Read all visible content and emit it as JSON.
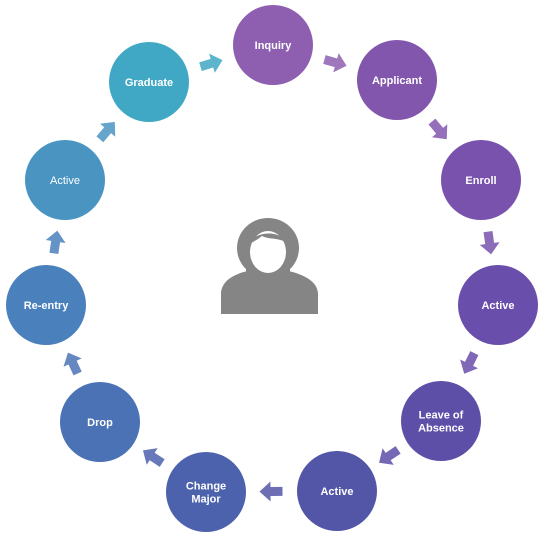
{
  "diagram": {
    "center_icon": "user-avatar-icon",
    "nodes": [
      {
        "id": "inquiry",
        "lines": [
          "Inquiry"
        ],
        "color": "#8e5fb0",
        "bold": true
      },
      {
        "id": "applicant",
        "lines": [
          "Applicant"
        ],
        "color": "#8256ad",
        "bold": true
      },
      {
        "id": "enroll",
        "lines": [
          "Enroll"
        ],
        "color": "#7852ac",
        "bold": true
      },
      {
        "id": "active-1",
        "lines": [
          "Active"
        ],
        "color": "#6a4eab",
        "bold": true
      },
      {
        "id": "leave-of-absence",
        "lines": [
          "Leave of",
          "Absence"
        ],
        "color": "#5d4fa8",
        "bold": true
      },
      {
        "id": "active-2",
        "lines": [
          "Active"
        ],
        "color": "#5355a6",
        "bold": true
      },
      {
        "id": "change-major",
        "lines": [
          "Change",
          "Major"
        ],
        "color": "#4d62ad",
        "bold": true
      },
      {
        "id": "drop",
        "lines": [
          "Drop"
        ],
        "color": "#4b72b5",
        "bold": true
      },
      {
        "id": "re-entry",
        "lines": [
          "Re-entry"
        ],
        "color": "#4a80bc",
        "bold": true
      },
      {
        "id": "active-3",
        "lines": [
          "Active"
        ],
        "color": "#4a94c2",
        "bold": false
      },
      {
        "id": "graduate",
        "lines": [
          "Graduate"
        ],
        "color": "#40a8c4",
        "bold": true
      }
    ]
  }
}
